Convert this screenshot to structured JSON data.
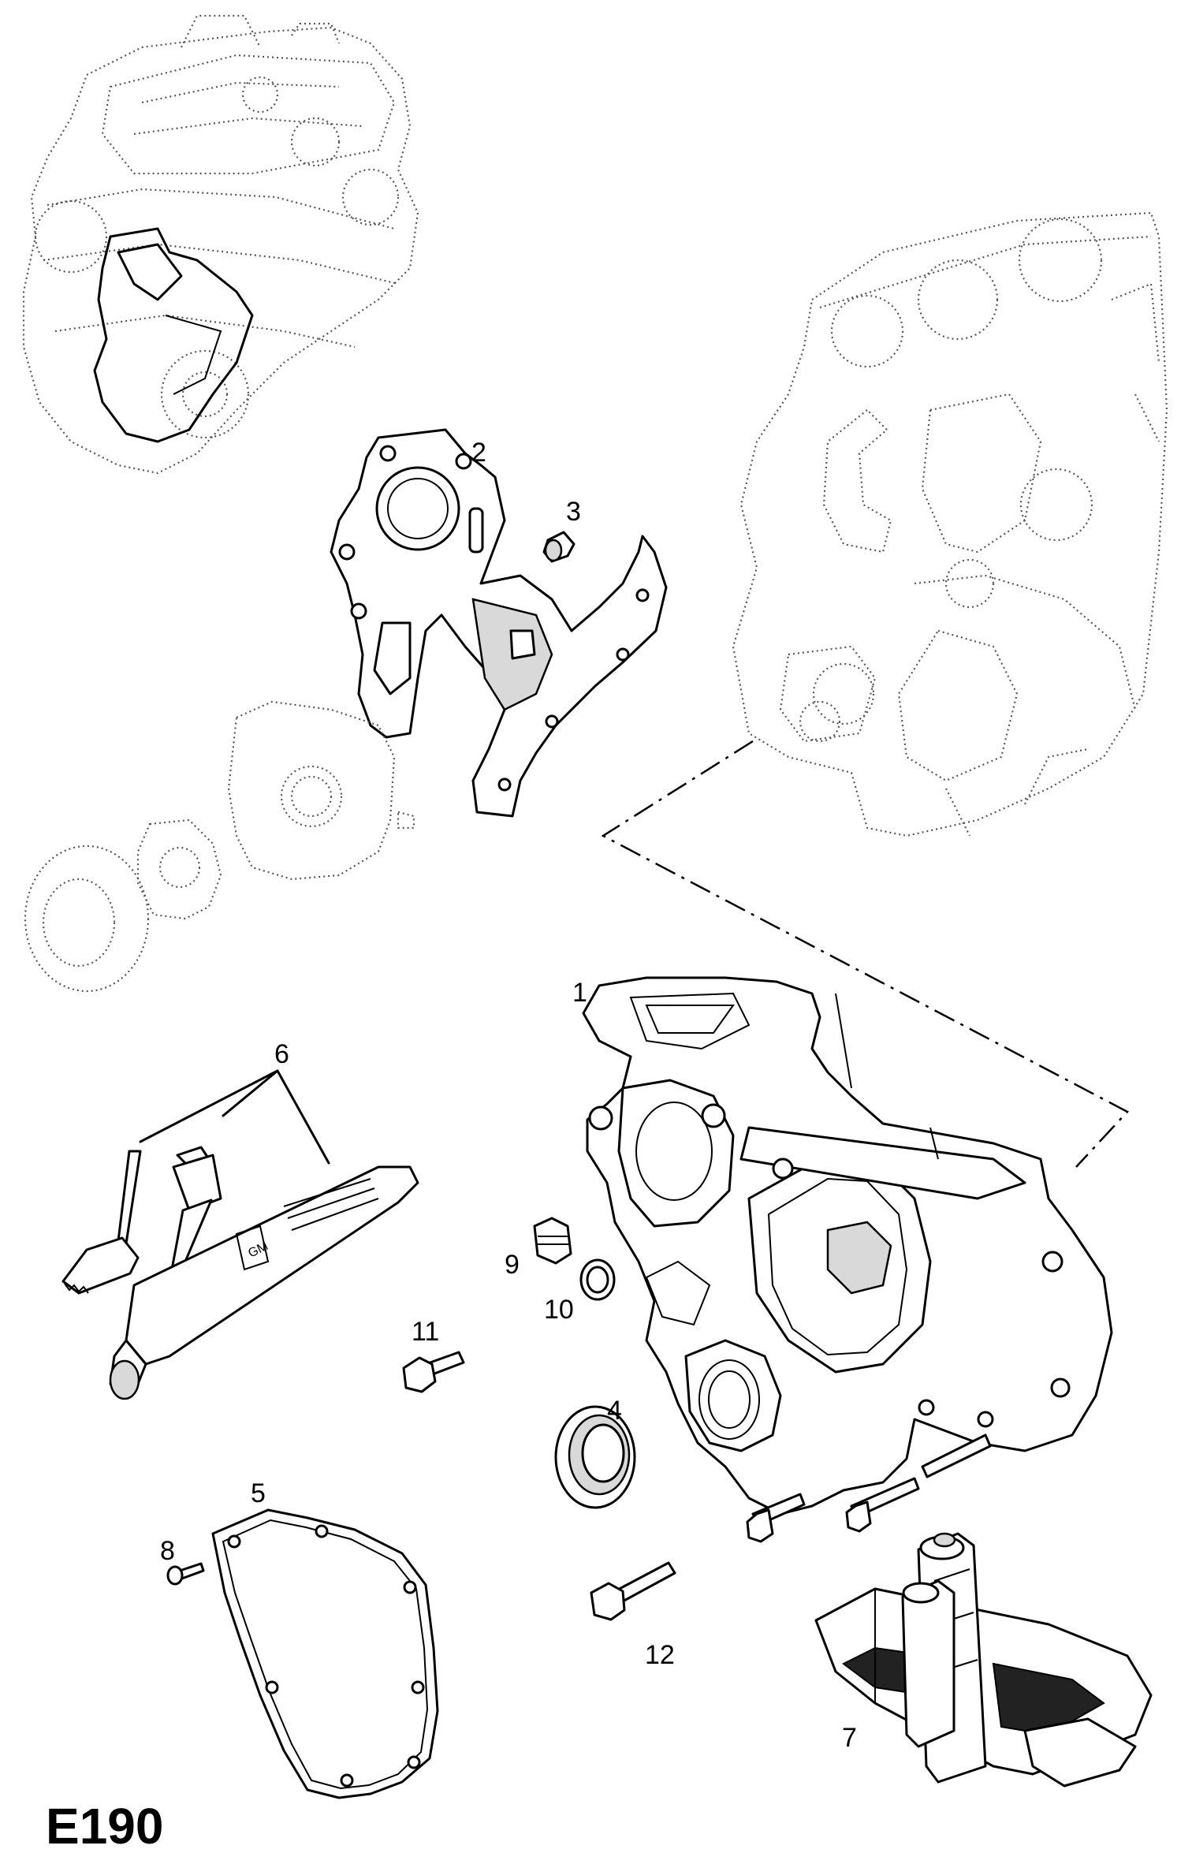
{
  "diagram_code": "E190",
  "callouts": [
    {
      "id": "1",
      "label": "1"
    },
    {
      "id": "2",
      "label": "2"
    },
    {
      "id": "3",
      "label": "3"
    },
    {
      "id": "4",
      "label": "4"
    },
    {
      "id": "5",
      "label": "5"
    },
    {
      "id": "6",
      "label": "6"
    },
    {
      "id": "7",
      "label": "7"
    },
    {
      "id": "8",
      "label": "8"
    },
    {
      "id": "9",
      "label": "9"
    },
    {
      "id": "10",
      "label": "10"
    },
    {
      "id": "11",
      "label": "11"
    },
    {
      "id": "12",
      "label": "12"
    }
  ],
  "tube_marking": "GM"
}
